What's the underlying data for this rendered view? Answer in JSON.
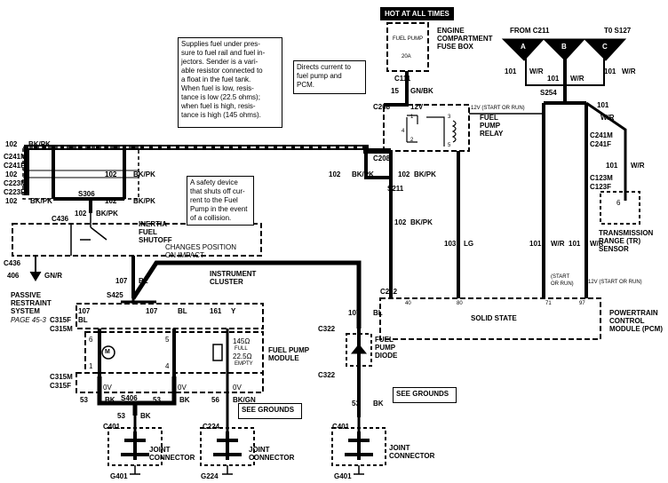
{
  "hot_label": "HOT AT ALL TIMES",
  "fuse": {
    "name": "FUEL PUMP",
    "rating": "20A",
    "box1": "ENGINE",
    "box2": "COMPARTMENT",
    "box3": "FUSE BOX"
  },
  "from_c211": "FROM C211",
  "to_s127": "T0 S127",
  "tri": [
    "A",
    "B",
    "C"
  ],
  "notes": {
    "sender": [
      "Supplies fuel under pres-",
      "sure to fuel rail and fuel in-",
      "jectors. Sender is a vari-",
      "able resistor connected to",
      "a float in the fuel tank.",
      "When fuel is low, resis-",
      "tance is low (22.5 ohms);",
      "when fuel is high, resis-",
      "tance is high (145 ohms)."
    ],
    "relay": [
      "Directs current to",
      "fuel pump and",
      "PCM."
    ],
    "inertia": [
      "A safety device",
      "that shuts off cur-",
      "rent to the Fuel",
      "Pump in the event",
      "of a collision."
    ]
  },
  "relay": {
    "l1": "FUEL",
    "l2": "PUMP",
    "l3": "RELAY",
    "p1": "1",
    "p2": "2",
    "p3": "3",
    "p4": "4",
    "p5": "5"
  },
  "labels": {
    "c111": "C111",
    "w15": "15",
    "w15c": "GN/BK",
    "c208a": "C208",
    "v12a": "12V",
    "start_run": "12V (START OR RUN)",
    "s254": "S254",
    "w101": "101",
    "wr": "W/R",
    "c208b": "C208",
    "s211": "S211",
    "w102": "102",
    "bkpk": "BK/PK",
    "c241m": "C241M",
    "c241f": "C241F",
    "c223m": "C223M",
    "c223f": "C223F",
    "s306": "S306",
    "c436a": "C436",
    "inertia1": "INERTIA",
    "inertia2": "FUEL",
    "inertia3": "SHUTOFF",
    "inertia4": "CHANGES POSITION",
    "inertia5": "ON IMPACT",
    "c436b": "C436",
    "w406": "406",
    "gnr": "GN/R",
    "prs1": "PASSIVE",
    "prs2": "RESTRAINT",
    "prs3": "SYSTEM",
    "prs4": "PAGE 45-3",
    "w107": "107",
    "bl": "BL",
    "s425": "S425",
    "ic1": "INSTRUMENT",
    "ic2": "CLUSTER",
    "w161": "161",
    "y": "Y",
    "c315f": "C315F",
    "c315m": "C315M",
    "p6": "6",
    "p5": "5",
    "p1": "1",
    "p4": "4",
    "ohm145": "145Ω",
    "full": "FULL",
    "ohm22": "22.5Ω",
    "empty": "EMPTY",
    "fpm1": "FUEL PUMP",
    "fpm2": "MODULE",
    "c315m2": "C315M",
    "c315f2": "C315F",
    "v0a": "0V",
    "v0b": "0V",
    "v0c": "0V",
    "s406": "S406",
    "w53": "53",
    "bk": "BK",
    "w56": "56",
    "bkgn": "BK/GN",
    "see_grounds": "SEE GROUNDS",
    "c401": "C401",
    "c224": "C224",
    "jc1": "JOINT",
    "jc2": "CONNECTOR",
    "g401": "G401",
    "g224": "G224",
    "c322": "C322",
    "fpd1": "FUEL",
    "fpd2": "PUMP",
    "fpd3": "DIODE",
    "s211b": "S211",
    "w103": "103",
    "lg": "LG",
    "c212": "C212",
    "p40": "40",
    "p80": "80",
    "p71": "71",
    "p97": "97",
    "solid": "SOLID STATE",
    "pcm1": "POWERTRAIN",
    "pcm2": "CONTROL",
    "pcm3": "MODULE (PCM)",
    "sr": "(START",
    "sr2": "OR RUN)",
    "c123m": "C123M",
    "c123f": "C123F",
    "tr1": "TRANSMISSION",
    "tr2": "RANGE (TR)",
    "tr3": "SENSOR",
    "p6tr": "6"
  }
}
